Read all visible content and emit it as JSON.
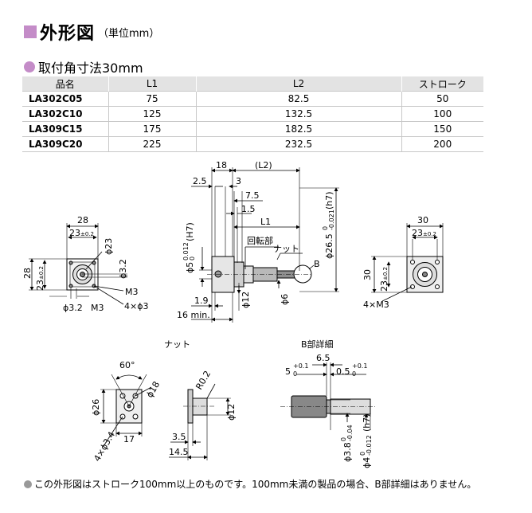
{
  "header": {
    "title": "外形図",
    "unit": "（単位mm）"
  },
  "subtitle": "取付角寸法30mm",
  "table": {
    "headers": [
      "品名",
      "L1",
      "L2",
      "ストローク"
    ],
    "rows": [
      [
        "LA302C05",
        "75",
        "82.5",
        "50"
      ],
      [
        "LA302C10",
        "125",
        "132.5",
        "100"
      ],
      [
        "LA309C15",
        "175",
        "182.5",
        "150"
      ],
      [
        "LA309C20",
        "225",
        "232.5",
        "200"
      ]
    ]
  },
  "drawing": {
    "front": {
      "w": "28",
      "w_tol": "23",
      "tol": "±0.2",
      "h": "28",
      "h_tol": "23",
      "d23": "ϕ23",
      "d32": "ϕ3.2",
      "m3": "M3",
      "d32b": "ϕ3.2",
      "m3b": "M3",
      "holes": "4×ϕ3"
    },
    "side": {
      "d18": "18",
      "l2": "(L2)",
      "d25": "2.5",
      "d3": "3",
      "d75": "7.5",
      "d15": "1.5",
      "l1": "L1",
      "rotor": "回転部",
      "nut": "ナット",
      "b": "B",
      "d5": "ϕ5",
      "d5_tol_up": "0.012",
      "d5_tol_lo": "0",
      "d5_fit": "(H7)",
      "d265": "ϕ26.5",
      "d265_tol_up": "0",
      "d265_tol_lo": "-0.021",
      "d265_fit": "(h7)",
      "d12": "ϕ12",
      "d6": "ϕ6",
      "d19": "1.9",
      "d16": "16 min."
    },
    "back": {
      "w": "30",
      "w_tol": "23",
      "tol": "±0.2",
      "h": "30",
      "h_tol": "23",
      "holes": "4×M3"
    },
    "nut": {
      "title": "ナット",
      "angle": "60°",
      "d18": "ϕ18",
      "d26": "ϕ26",
      "d17": "17",
      "holes": "4×ϕ3.4",
      "r02": "R0.2",
      "d12": "ϕ12",
      "d35": "3.5",
      "d145": "14.5"
    },
    "bdetail": {
      "title": "B部詳細",
      "d65": "6.5",
      "d5": "5",
      "d5_up": "+0.1",
      "d5_lo": "0",
      "d05": "0.5",
      "d05_up": "+0.1",
      "d05_lo": "0",
      "d38": "ϕ3.8",
      "d38_up": "0",
      "d38_lo": "-0.04",
      "d4": "ϕ4",
      "d4_up": "0",
      "d4_lo": "-0.012",
      "d4_fit": "(h7)"
    }
  },
  "footnote": "この外形図はストローク100mm以上のものです。100mm未満の製品の場合、B部詳細はありません。"
}
